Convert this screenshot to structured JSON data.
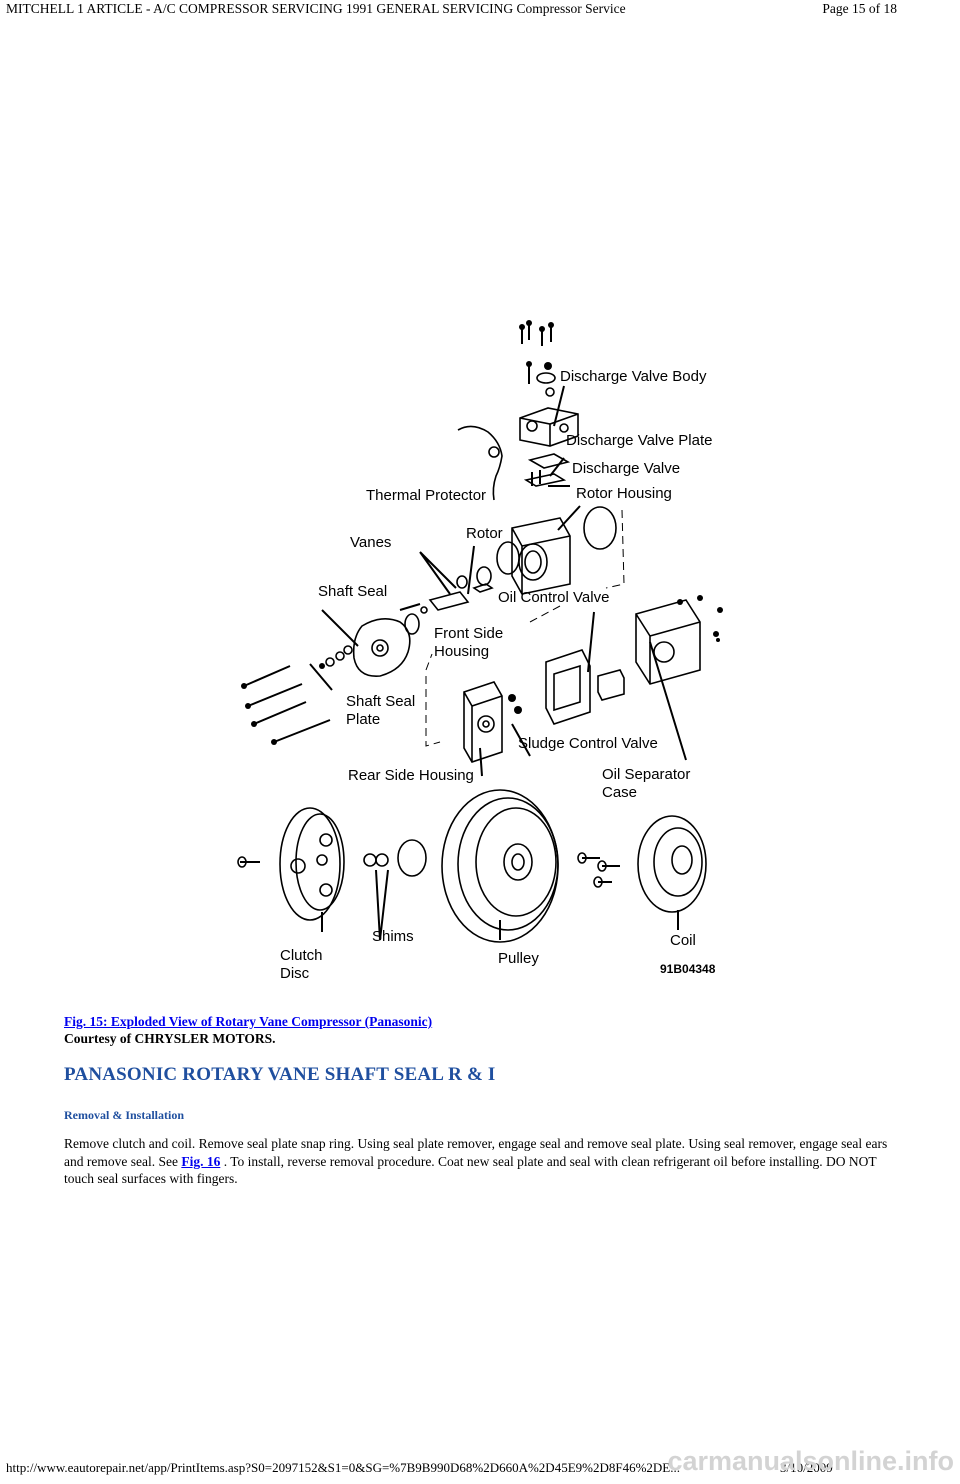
{
  "header": {
    "title": "MITCHELL 1 ARTICLE - A/C COMPRESSOR SERVICING 1991 GENERAL SERVICING Compressor Service",
    "page": "Page 15 of 18"
  },
  "figure": {
    "labels": {
      "discharge_valve_body": "Discharge Valve Body",
      "discharge_valve_plate": "Discharge Valve Plate",
      "discharge_valve": "Discharge Valve",
      "thermal_protector": "Thermal Protector",
      "rotor_housing": "Rotor Housing",
      "vanes": "Vanes",
      "rotor": "Rotor",
      "shaft_seal": "Shaft Seal",
      "oil_control_valve": "Oil Control Valve",
      "front_side_housing_1": "Front Side",
      "front_side_housing_2": "Housing",
      "shaft_seal_plate_1": "Shaft Seal",
      "shaft_seal_plate_2": "Plate",
      "sludge_control_valve": "Sludge Control Valve",
      "rear_side_housing": "Rear Side Housing",
      "oil_separator_case_1": "Oil Separator",
      "oil_separator_case_2": "Case",
      "clutch_disc_1": "Clutch",
      "clutch_disc_2": "Disc",
      "shims": "Shims",
      "pulley": "Pulley",
      "coil": "Coil",
      "code": "91B04348"
    }
  },
  "caption": {
    "link_text": "Fig. 15: Exploded View of Rotary Vane Compressor (Panasonic)",
    "courtesy": "Courtesy of CHRYSLER MOTORS."
  },
  "section": {
    "heading": "PANASONIC ROTARY VANE SHAFT SEAL R & I",
    "subheading": "Removal & Installation",
    "para_before": "Remove clutch and coil. Remove seal plate snap ring. Using seal plate remover, engage seal and remove seal plate. Using seal remover, engage seal ears and remove seal. See ",
    "para_link": "Fig. 16",
    "para_after": " . To install, reverse removal procedure. Coat new seal plate and seal with clean refrigerant oil before installing. DO NOT touch seal surfaces with fingers."
  },
  "footer": {
    "url": "http://www.eautorepair.net/app/PrintItems.asp?S0=2097152&S1=0&SG=%7B9B990D68%2D660A%2D45E9%2D8F46%2DE...",
    "date": "3/10/2009",
    "watermark": "carmanualsonline.info"
  }
}
